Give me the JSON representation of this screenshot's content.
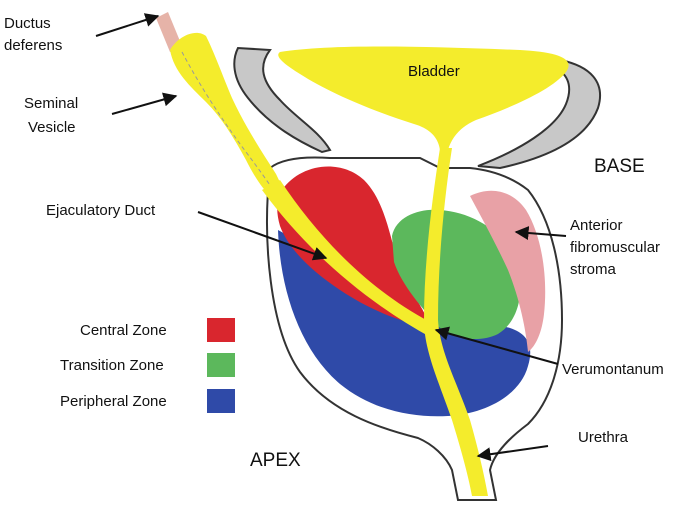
{
  "labels": {
    "ductus_deferens": [
      "Ductus",
      "deferens"
    ],
    "seminal_vesicle": [
      "Seminal",
      "Vesicle"
    ],
    "bladder": "Bladder",
    "base": "BASE",
    "ejaculatory_duct": "Ejaculatory Duct",
    "anterior_stroma": [
      "Anterior",
      "fibromuscular",
      "stroma"
    ],
    "verumontanum": "Verumontanum",
    "urethra": "Urethra",
    "apex": "APEX"
  },
  "legend": [
    {
      "label": "Central Zone",
      "color": "#d9262e"
    },
    {
      "label": "Transition Zone",
      "color": "#5cb85c"
    },
    {
      "label": "Peripheral Zone",
      "color": "#2f4aa8"
    }
  ],
  "colors": {
    "yellow": "#f4ec2c",
    "gray": "#c8c8c8",
    "pink": "#e8a1a6",
    "outline": "#333333",
    "ductus": "#e6b3a8"
  }
}
